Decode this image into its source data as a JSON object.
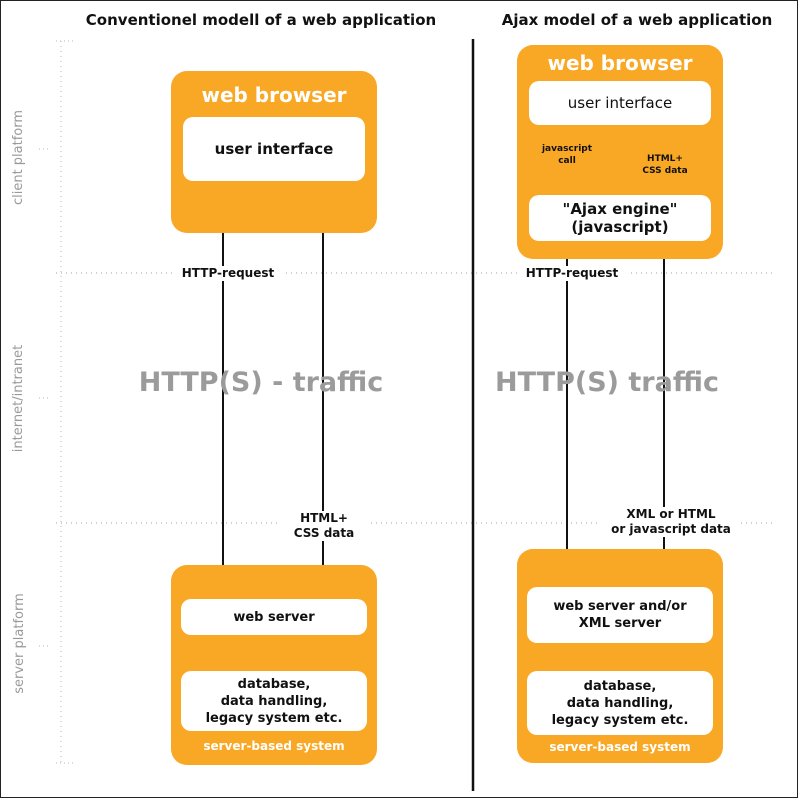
{
  "titles": {
    "conventional": "Conventionel modell of a web application",
    "ajax": "Ajax model of a web application"
  },
  "side_labels": {
    "client": "client platform",
    "internet": "internet/intranet",
    "server": "server platform"
  },
  "conventional": {
    "browser_title": "web browser",
    "user_interface": "user interface",
    "http_request": "HTTP-request",
    "traffic": "HTTP(S) - traffic",
    "response": "HTML+\nCSS data",
    "web_server": "web server",
    "database": "database,\ndata handling,\nlegacy system etc.",
    "footer": "server-based system"
  },
  "ajax": {
    "browser_title": "web browser",
    "user_interface": "user interface",
    "javascript_call": "javascript\ncall",
    "html_css": "HTML+\nCSS data",
    "ajax_engine": "\"Ajax engine\"\n(javascript)",
    "http_request": "HTTP-request",
    "traffic": "HTTP(S) traffic",
    "response": "XML or HTML\nor javascript data",
    "web_server": "web server and/or\nXML server",
    "database": "database,\ndata handling,\nlegacy system etc.",
    "footer": "server-based system"
  },
  "colors": {
    "box_orange": "#f9a825",
    "traffic_gray": "#9b9b9b",
    "divider": "#111111"
  }
}
